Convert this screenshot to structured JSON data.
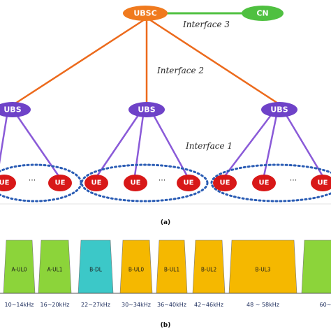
{
  "network": {
    "ubsc": "UBSC",
    "cn": "CN",
    "ubs": [
      "UBS",
      "UBS",
      "UBS"
    ],
    "ue": "UE",
    "ellipsis": "···",
    "interface1": "Interface 1",
    "interface2": "Interface 2",
    "interface3": "Interface 3",
    "caption": "(a)",
    "colors": {
      "ubsc": "#f07a1e",
      "cn": "#4fc040",
      "ubs": "#6e42c8",
      "ue": "#d81818",
      "orange_link": "#ec6a1c",
      "green_link": "#4fc040",
      "purple_link": "#8a5ad8",
      "dotted_group": "#2a5cb4"
    }
  },
  "spectrum": {
    "caption": "(b)",
    "bands": [
      {
        "label": "A-UL0",
        "freq": "10~14kHz",
        "color": "#8cd43a"
      },
      {
        "label": "A-UL1",
        "freq": "16~20kHz",
        "color": "#8cd43a"
      },
      {
        "label": "B-DL",
        "freq": "22~27kHz",
        "color": "#3cc8c8"
      },
      {
        "label": "B-UL0",
        "freq": "30~34kHz",
        "color": "#f5b800"
      },
      {
        "label": "B-UL1",
        "freq": "36~40kHz",
        "color": "#f5b800"
      },
      {
        "label": "B-UL2",
        "freq": "42~46kHz",
        "color": "#f5b800"
      },
      {
        "label": "B-UL3",
        "freq": "48 ~ 58kHz",
        "color": "#f5b800"
      },
      {
        "label": "",
        "freq": "60~",
        "color": "#8cd43a"
      }
    ]
  }
}
